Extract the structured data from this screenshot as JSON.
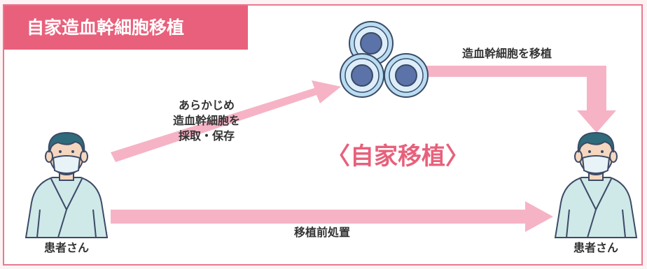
{
  "title": "自家造血幹細胞移植",
  "headline": "〈自家移植〉",
  "labels": {
    "collect_line1": "あらかじめ",
    "collect_line2": "造血幹細胞を",
    "collect_line3": "採取・保存",
    "transplant": "造血幹細胞を移植",
    "pretreatment": "移植前処置"
  },
  "patients": {
    "left_label": "患者さん",
    "right_label": "患者さん"
  },
  "colors": {
    "accent": "#e8607b",
    "arrow": "#f6b3c6",
    "cell_outer": "#b9ddf2",
    "cell_inner": "#5b73a8",
    "gown": "#cfe8e8",
    "mask": "#e8f3f8"
  },
  "icons": [
    "stem-cells-icon",
    "patient-icon",
    "arrow-icon"
  ]
}
